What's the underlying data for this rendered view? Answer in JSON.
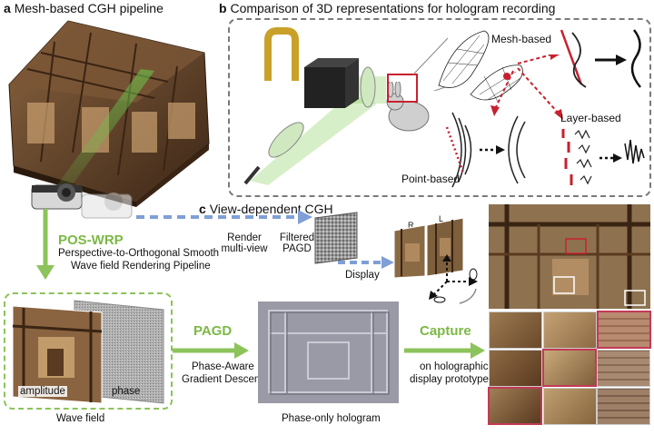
{
  "panel_a": {
    "letter": "a",
    "title": "Mesh-based CGH pipeline"
  },
  "panel_b": {
    "letter": "b",
    "title": "Comparison of 3D representations for hologram recording",
    "mesh_label": "Mesh-based",
    "layer_label": "Layer-based",
    "point_label": "Point-based"
  },
  "panel_c": {
    "letter": "c",
    "title": "View-dependent CGH",
    "render_l1": "Render",
    "render_l2": "multi-view",
    "filtered_l1": "Filtered",
    "filtered_l2": "PAGD",
    "display": "Display",
    "view_r": "R",
    "view_l": "L"
  },
  "pos_wrp": {
    "title": "POS-WRP",
    "line1": "Perspective-to-Orthogonal Smooth",
    "line2": "Wave field Rendering Pipeline"
  },
  "wavefield": {
    "amplitude": "amplitude",
    "phase": "phase",
    "caption": "Wave field"
  },
  "pagd": {
    "title": "PAGD",
    "line1": "Phase-Aware",
    "line2": "Gradient Descent"
  },
  "hologram": {
    "caption": "Phase-only hologram"
  },
  "capture": {
    "title": "Capture",
    "line1": "on holographic",
    "line2": "display prototype"
  },
  "colors": {
    "green": "#7cb844",
    "blue_arrow": "#7f9fd6",
    "red": "#c8202e",
    "brown": "#6b4a2c"
  }
}
